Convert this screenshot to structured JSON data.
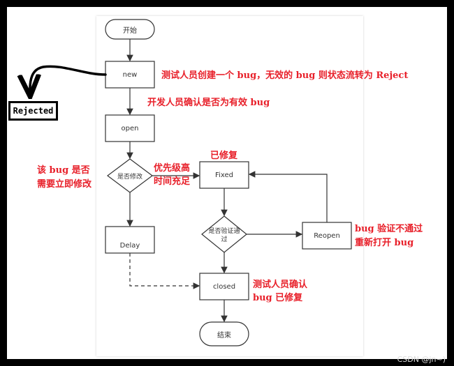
{
  "nodes": {
    "start": "开始",
    "new": "new",
    "open": "open",
    "decision_fix": "是否修改",
    "fixed": "Fixed",
    "decision_verify_line1": "是否验证通",
    "decision_verify_line2": "过",
    "reopen": "Reopen",
    "delay": "Delay",
    "closed": "closed",
    "end": "结束"
  },
  "rejected": "Rejected",
  "annotations": {
    "new_note": "测试人员创建一个 bug，无效的 bug 则状态流转为 Reject",
    "open_note": "开发人员确认是否为有效 bug",
    "fixed_note": "已修复",
    "decision_note_line1": "该 bug 是否",
    "decision_note_line2": "需要立即修改",
    "priority_note_line1": "优先级高",
    "priority_note_line2": "时间充足",
    "reopen_note_line1": "bug 验证不通过",
    "reopen_note_line2": "重新打开 bug",
    "closed_note_line1": "测试人员确认",
    "closed_note_line2": "bug 已修复"
  },
  "watermark": "CSDN @jn~)",
  "colors": {
    "annotation": "#e8202a",
    "node_stroke": "#333333",
    "background": "#000000"
  }
}
